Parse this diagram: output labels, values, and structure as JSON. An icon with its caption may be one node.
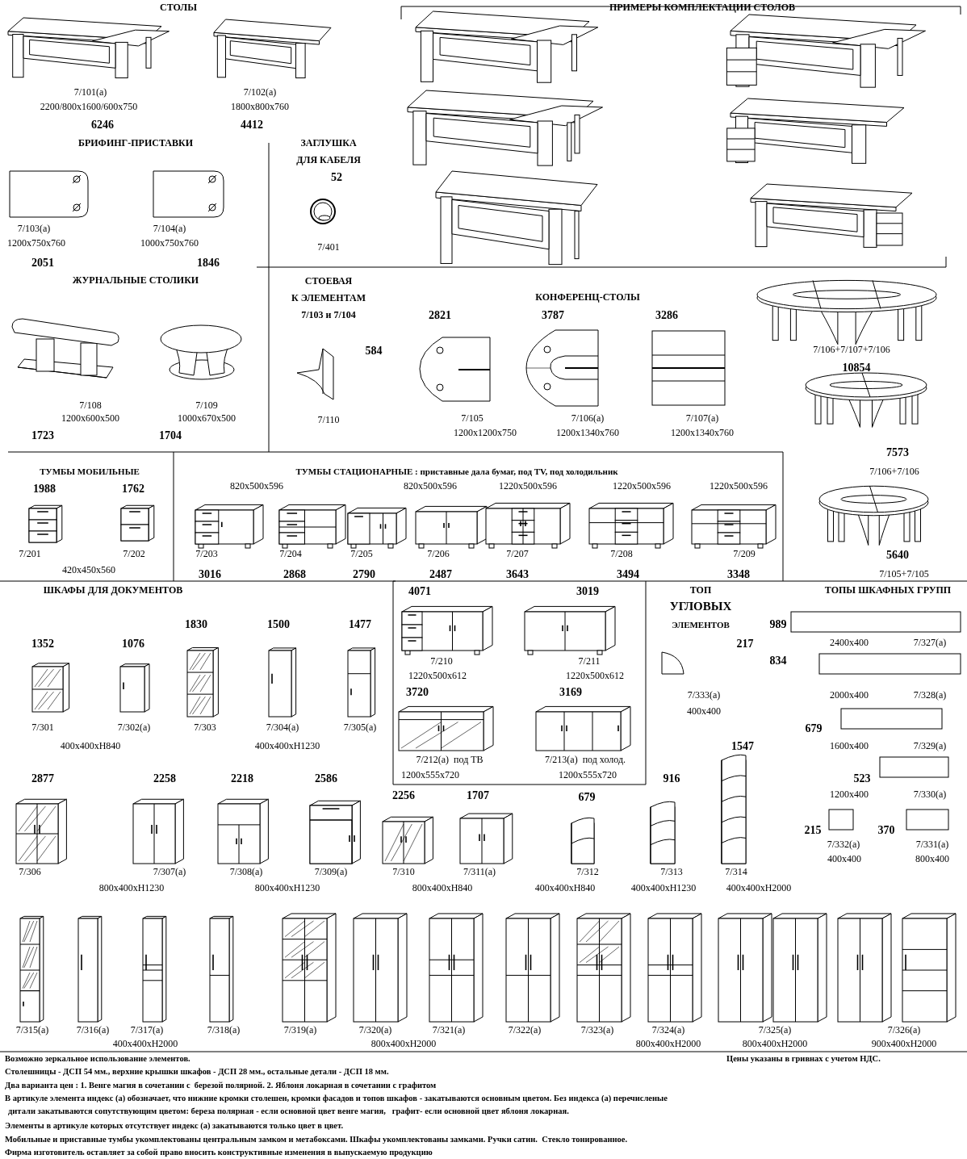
{
  "diagram": {
    "labels": [
      "СТОЛЫ",
      "ПРИМЕРЫ КОМПЛЕКТАЦИИ СТОЛОВ",
      "7/101(а)",
      "2200/800x1600/600x750",
      "6246",
      "7/102(а)",
      "1800x800x760",
      "4412",
      "БРИФИНГ-ПРИСТАВКИ",
      "ЗАГЛУШКА",
      "ДЛЯ КАБЕЛЯ",
      "52",
      "7/103(а)",
      "1200x750x760",
      "2051",
      "7/104(а)",
      "1000x750x760",
      "1846",
      "7/401",
      "ЖУРНАЛЬНЫЕ СТОЛИКИ",
      "СТОЕВАЯ",
      "К ЭЛЕМЕНТАМ",
      "7/103 и 7/104",
      "КОНФЕРЕНЦ-СТОЛЫ",
      "2821",
      "3787",
      "3286",
      "584",
      "7/106+7/107+7/106",
      "10854",
      "7/110",
      "7/105",
      "1200x1200x750",
      "7/106(а)",
      "1200x1340x760",
      "7/107(а)",
      "1200x1340x760",
      "7/108",
      "1200x600x500",
      "7/109",
      "1000x670x500",
      "1723",
      "1704",
      "7573",
      "ТУМБЫ МОБИЛЬНЫЕ",
      "ТУМБЫ СТАЦИОНАРНЫЕ : приставные дала бумаг, под TV, под холодильник",
      "7/106+7/106",
      "1988",
      "1762",
      "820x500x596",
      "820x500x596",
      "1220x500x596",
      "1220x500x596",
      "1220x500x596",
      "7/201",
      "7/202",
      "7/203",
      "7/204",
      "7/205",
      "7/206",
      "7/207",
      "7/208",
      "7/209",
      "5640",
      "420x450x560",
      "3016",
      "2868",
      "2790",
      "2487",
      "3643",
      "3494",
      "3348",
      "7/105+7/105",
      "ШКАФЫ ДЛЯ ДОКУМЕНТОВ",
      "4071",
      "3019",
      "ТОП",
      "ТОПЫ ШКАФНЫХ ГРУПП",
      "УГЛОВЫХ",
      "989",
      "ЭЛЕМЕНТОВ",
      "1830",
      "1500",
      "1477",
      "1352",
      "1076",
      "217",
      "2400x400",
      "7/327(а)",
      "7/210",
      "7/211",
      "834",
      "1220x500x612",
      "1220x500x612",
      "3720",
      "3169",
      "7/333(а)",
      "2000x400",
      "7/328(а)",
      "400x400",
      "7/301",
      "7/302(а)",
      "7/303",
      "7/304(а)",
      "7/305(а)",
      "679",
      "1547",
      "1600x400",
      "7/329(а)",
      "400x400xH840",
      "400x400xH1230",
      "7/212(а)  под ТВ",
      "7/213(а)  под холод.",
      "2877",
      "2258",
      "2218",
      "2586",
      "1200x555x720",
      "1200x555x720",
      "916",
      "523",
      "2256",
      "1707",
      "679",
      "1200x400",
      "7/330(а)",
      "215",
      "370",
      "7/332(а)",
      "7/331(а)",
      "400x400",
      "800x400",
      "7/306",
      "7/307(а)",
      "7/308(а)",
      "7/309(а)",
      "7/310",
      "7/311(а)",
      "7/312",
      "7/313",
      "7/314",
      "800x400xH1230",
      "800x400xH1230",
      "800x400xH840",
      "400x400xH840",
      "400x400xH1230",
      "400x400xH2000",
      "7/315(а)",
      "7/316(а)",
      "7/317(а)",
      "7/318(а)",
      "7/319(а)",
      "7/320(а)",
      "7/321(а)",
      "7/322(а)",
      "7/323(а)",
      "7/324(а)",
      "7/325(а)",
      "7/326(а)",
      "400x400xH2000",
      "800x400xH2000",
      "800x400xH2000",
      "800x400xH2000",
      "900x400xH2000",
      "Возможно зеркальное использование элементов.",
      "Цены указаны в гривнах с учетом НДС.",
      "Столешницы - ДСП 54 мм., верхние крышки шкафов - ДСП 28 мм., остальные детали - ДСП 18 мм.",
      "Два варианта цен : 1. Венге магия в сочетании с  березой полярной. 2. Яблоня локарная в сочетании с графитом",
      "В артикуле элемента индекс (а) обозначает, что нижние кромки столешен, кромки фасадов и топов шкафов - закатываются основным цветом. Без индекса (а) перечисленые",
      "дитали закатываются сопутствующим цветом: береза полярная - если основной цвет венге магия,   графит- если основной цвет яблоня локарная.",
      "Элементы в артикуле которых отсутствует индекс (а) закатываются только цвет в цвет.",
      "Мобильные и приставные тумбы укомплектованы центральным замком и метабоксами. Шкафы укомплектованы замками. Ручки сатин.  Стекло тонированное.",
      "Фирма изготовитель оставляет за собой право вносить конструктивные изменения в выпускаемую продукцию"
    ]
  }
}
